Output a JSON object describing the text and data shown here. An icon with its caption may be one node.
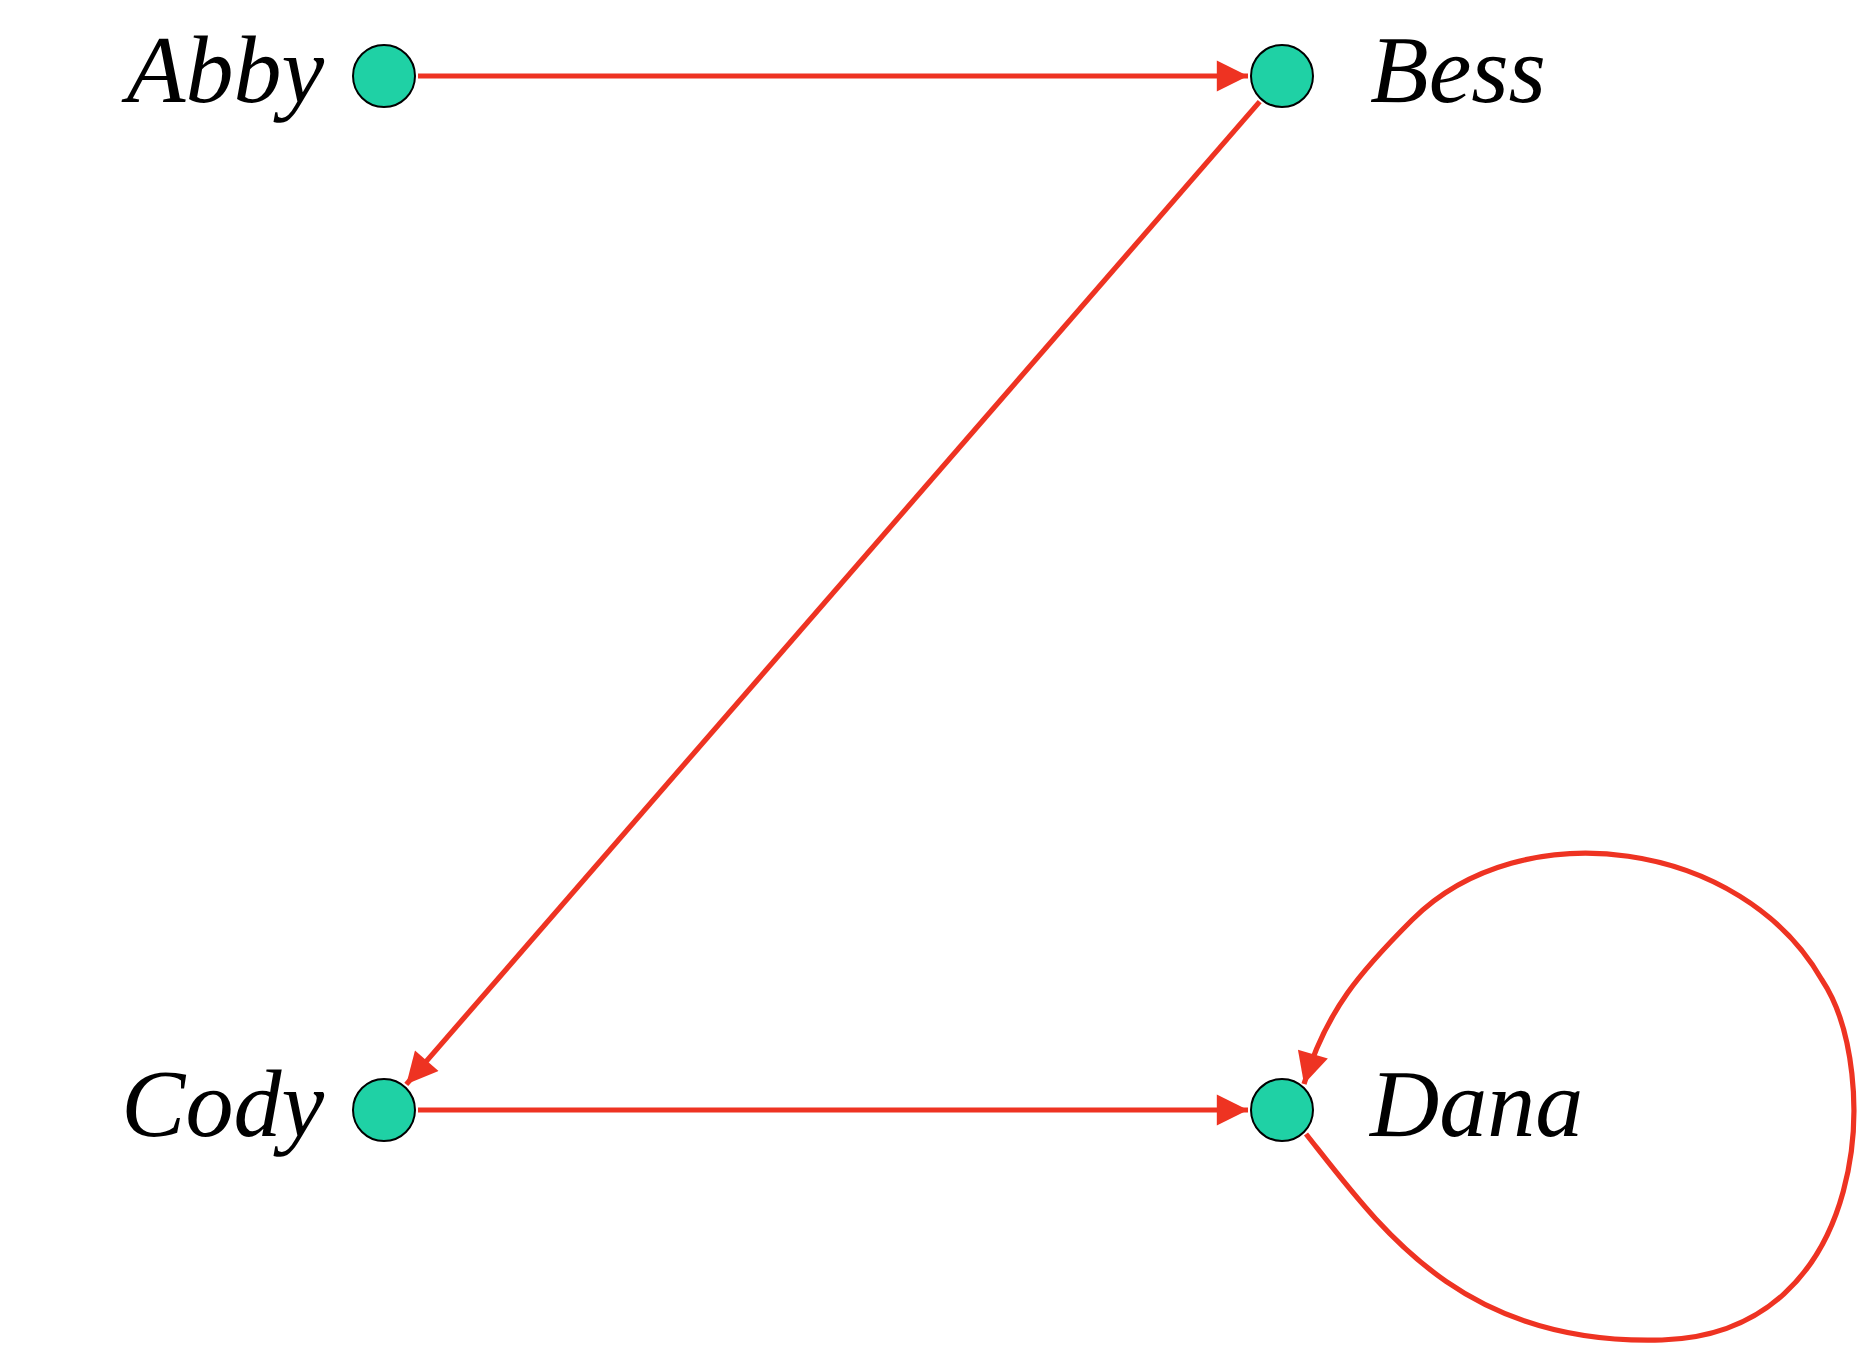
{
  "diagram": {
    "nodes": [
      {
        "text": [],
        "shape": "circle",
        "beside": [
          "Abby"
        ]
      },
      {
        "text": [],
        "shape": "circle",
        "beside": [
          "Bess"
        ]
      },
      {
        "text": [],
        "shape": "circle",
        "beside": [
          "Cody"
        ]
      },
      {
        "text": [],
        "shape": "circle",
        "beside": [
          "Dana"
        ]
      }
    ],
    "edges": [
      {
        "from": 0,
        "to": 1,
        "arrow": "to"
      },
      {
        "from": 1,
        "to": 2,
        "arrow": "to"
      },
      {
        "from": 2,
        "to": 3,
        "arrow": "to"
      },
      {
        "from": 3,
        "to": 3,
        "arrow": "to"
      }
    ]
  }
}
